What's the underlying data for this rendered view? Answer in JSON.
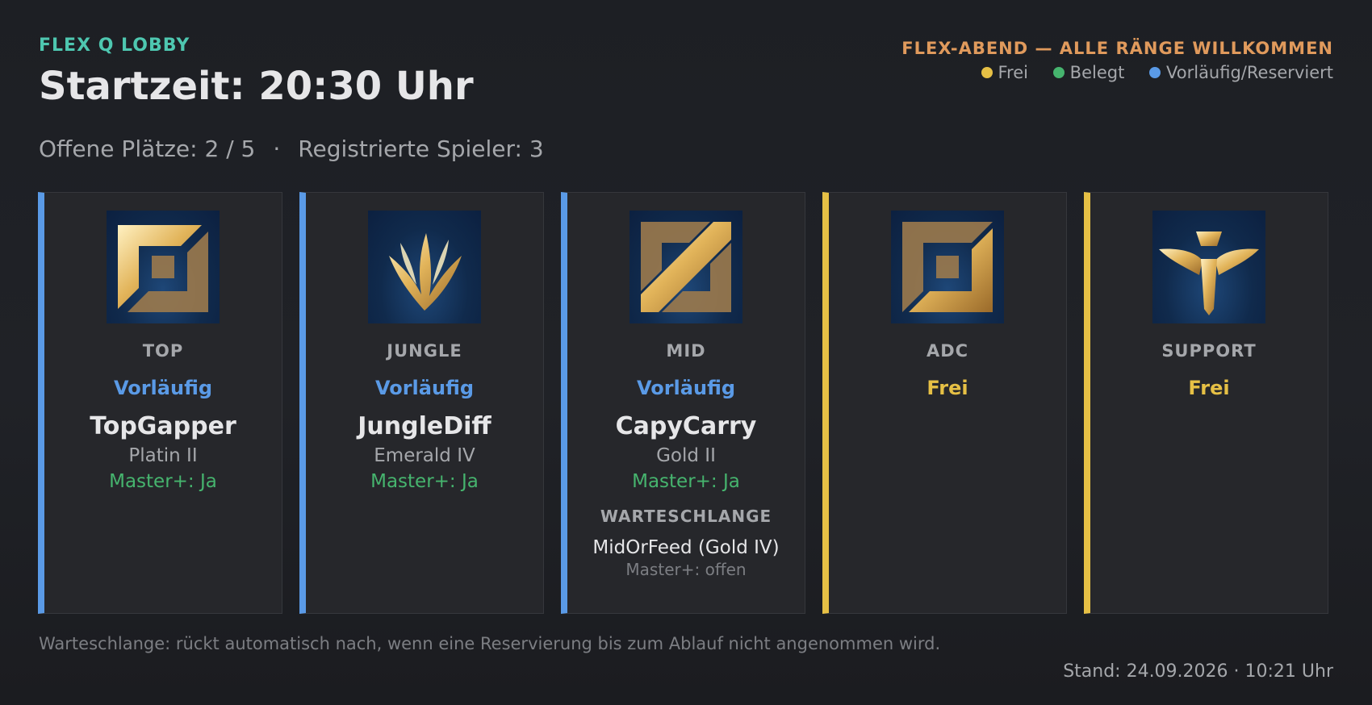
{
  "header": {
    "eyebrow": "FLEX Q LOBBY",
    "title": "Startzeit: 20:30 Uhr",
    "open_slots": "Offene Plätze: 2 / 5",
    "separator": "·",
    "registered": "Registrierte Spieler: 3"
  },
  "event": {
    "title": "FLEX-ABEND — ALLE RÄNGE WILLKOMMEN",
    "legend": [
      {
        "label": "Frei",
        "color": "#e6c045"
      },
      {
        "label": "Belegt",
        "color": "#46b46e"
      },
      {
        "label": "Vorläufig/Reserviert",
        "color": "#5a9ae6"
      }
    ]
  },
  "colors": {
    "provisional": "#5a9ae6",
    "free": "#e6c045",
    "master_yes": "#46b46e",
    "eyebrow": "#4ec7b0",
    "event": "#e09a5c"
  },
  "cards": [
    {
      "role": "TOP",
      "icon": "top-lane-icon",
      "status": "Vorläufig",
      "player": "TopGapper",
      "rank": "Platin II",
      "master": "Master+: Ja"
    },
    {
      "role": "JUNGLE",
      "icon": "jungle-icon",
      "status": "Vorläufig",
      "player": "JungleDiff",
      "rank": "Emerald IV",
      "master": "Master+: Ja"
    },
    {
      "role": "MID",
      "icon": "mid-lane-icon",
      "status": "Vorläufig",
      "player": "CapyCarry",
      "rank": "Gold II",
      "master": "Master+: Ja",
      "queue": {
        "heading": "WARTESCHLANGE",
        "player": "MidOrFeed (Gold IV)",
        "master": "Master+: offen"
      }
    },
    {
      "role": "ADC",
      "icon": "bot-lane-icon",
      "status": "Frei"
    },
    {
      "role": "SUPPORT",
      "icon": "support-icon",
      "status": "Frei"
    }
  ],
  "footer": {
    "note": "Warteschlange: rückt automatisch nach, wenn eine Reservierung bis zum Ablauf nicht angenommen wird.",
    "stand": "Stand: 24.09.2026 · 10:21 Uhr"
  }
}
